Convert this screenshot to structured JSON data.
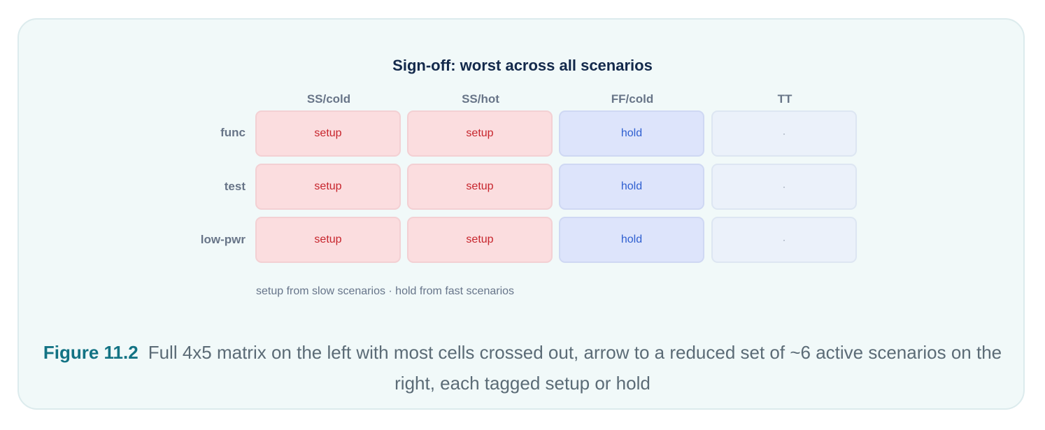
{
  "diagram": {
    "title": "Sign-off: worst across all scenarios",
    "columns": [
      "SS/cold",
      "SS/hot",
      "FF/cold",
      "TT"
    ],
    "rows": [
      {
        "label": "func",
        "cells": [
          "setup",
          "setup",
          "hold",
          "·"
        ]
      },
      {
        "label": "test",
        "cells": [
          "setup",
          "setup",
          "hold",
          "·"
        ]
      },
      {
        "label": "low-pwr",
        "cells": [
          "setup",
          "setup",
          "hold",
          "·"
        ]
      }
    ],
    "note": "setup from slow scenarios · hold from fast scenarios"
  },
  "caption": {
    "label": "Figure 11.2",
    "text": "Full 4x5 matrix on the left with most cells crossed out, arrow to a reduced set of ~6 active scenarios on the right, each tagged setup or hold"
  },
  "colors": {
    "setup_bg": "#fbdddf",
    "setup_text": "#c7252d",
    "hold_bg": "#dde4fb",
    "hold_text": "#2f5fd0",
    "empty_bg": "#ebf1fa",
    "card_bg": "#f1f9f9",
    "title": "#13294b",
    "caption_label": "#137384"
  }
}
